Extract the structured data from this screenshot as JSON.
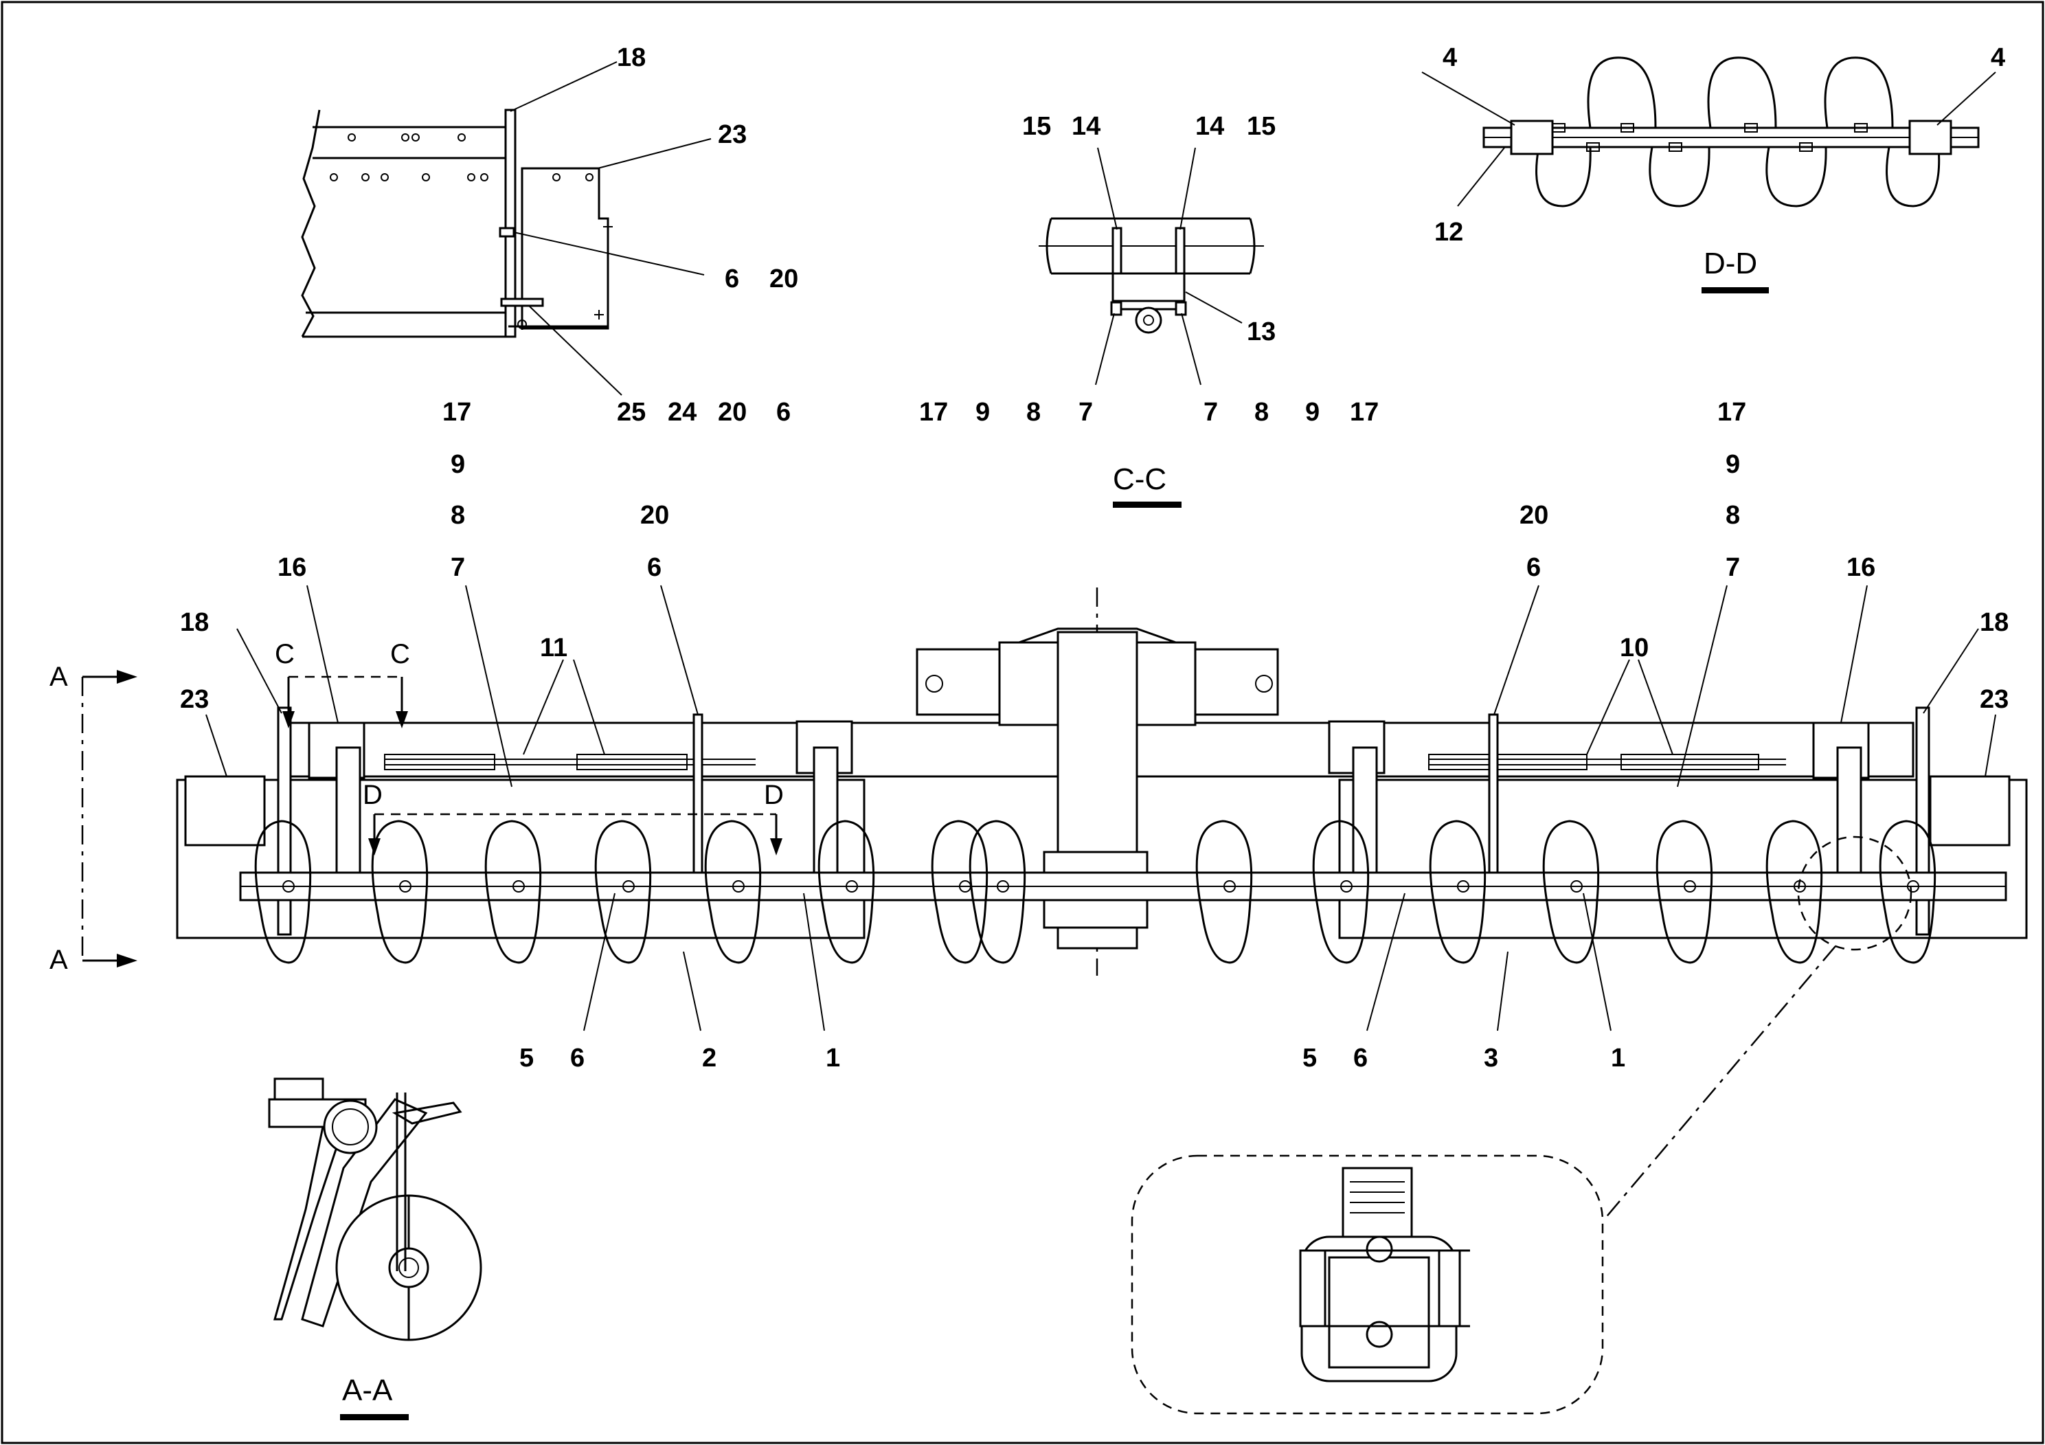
{
  "drawing": {
    "section_titles": {
      "cc": "C-C",
      "dd": "D-D",
      "aa": "A-A"
    },
    "section_markers": {
      "a_top": "A",
      "a_bottom": "A",
      "c_left": "C",
      "c_right": "C",
      "d_left": "D",
      "d_right": "D"
    },
    "detail_top_left": {
      "callouts": [
        "18",
        "23",
        "6",
        "20",
        "25",
        "24",
        "20",
        "6"
      ]
    },
    "detail_cc": {
      "callouts_top": [
        "15",
        "14",
        "14",
        "15"
      ],
      "callout_right": "13",
      "callouts_bottom": [
        "17",
        "9",
        "8",
        "7",
        "7",
        "8",
        "9",
        "17"
      ]
    },
    "detail_dd": {
      "callouts": [
        "4",
        "4",
        "12"
      ]
    },
    "main_view": {
      "left_stack": [
        "17",
        "9",
        "8",
        "7"
      ],
      "right_stack": [
        "17",
        "9",
        "8",
        "7"
      ],
      "left_pair": [
        "20",
        "6"
      ],
      "right_pair": [
        "20",
        "6"
      ],
      "left_16": "16",
      "right_16": "16",
      "left_18": "18",
      "right_18": "18",
      "left_23": "23",
      "right_23": "23",
      "left_11": "11",
      "right_10": "10",
      "bottom_left": [
        "5",
        "6",
        "2",
        "1"
      ],
      "bottom_right": [
        "5",
        "6",
        "3",
        "1"
      ]
    }
  }
}
